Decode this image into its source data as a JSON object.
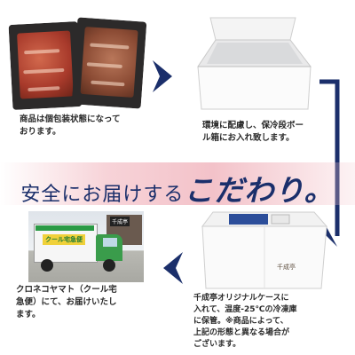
{
  "captions": {
    "step1": "商品は個包装状態になって\nおります。",
    "step2": "環境に配慮し、保冷段ボー\nル箱にお入れ致します。",
    "step3": "クロネコヤマト（クール宅\n急便）にて、お届けいたし\nます。",
    "step4": "千成亭オリジナルケースに\n入れて、温度-25℃の冷凍庫\nに保管。※商品によって、\n上記の形態と異なる場合が\nございます。"
  },
  "headline": {
    "part1": "安全にお届けする",
    "part2": "こだわり。"
  },
  "truck_sign": "クール宅急便",
  "store_sign": "千成亭",
  "box_logo": "千成亭",
  "colors": {
    "navy": "#1b2f6b",
    "pink_band": "#f3c2c9"
  }
}
